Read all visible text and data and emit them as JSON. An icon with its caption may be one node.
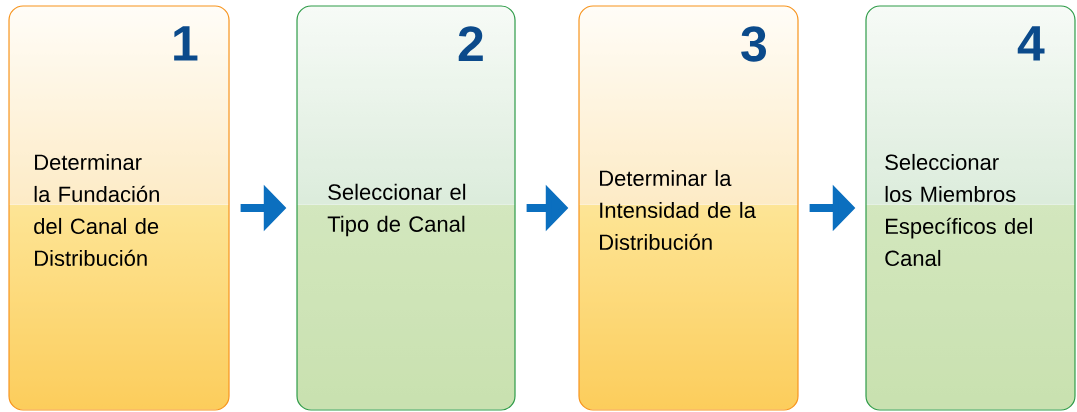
{
  "diagram": {
    "nodes": [
      {
        "text": [
          "1",
          "Determinar la Fundación del Canal de Distribución"
        ]
      },
      {
        "text": [
          "2",
          "Seleccionar el Tipo de Canal"
        ]
      },
      {
        "text": [
          "3",
          "Determinar la Intensidad de la Distribución"
        ]
      },
      {
        "text": [
          "4",
          "Seleccionar los Miembros Específicos del Canal"
        ]
      }
    ],
    "edges": [
      {
        "from": 0,
        "to": 1,
        "arrow": "to"
      },
      {
        "from": 1,
        "to": 2,
        "arrow": "to"
      },
      {
        "from": 2,
        "to": 3,
        "arrow": "to"
      }
    ]
  }
}
